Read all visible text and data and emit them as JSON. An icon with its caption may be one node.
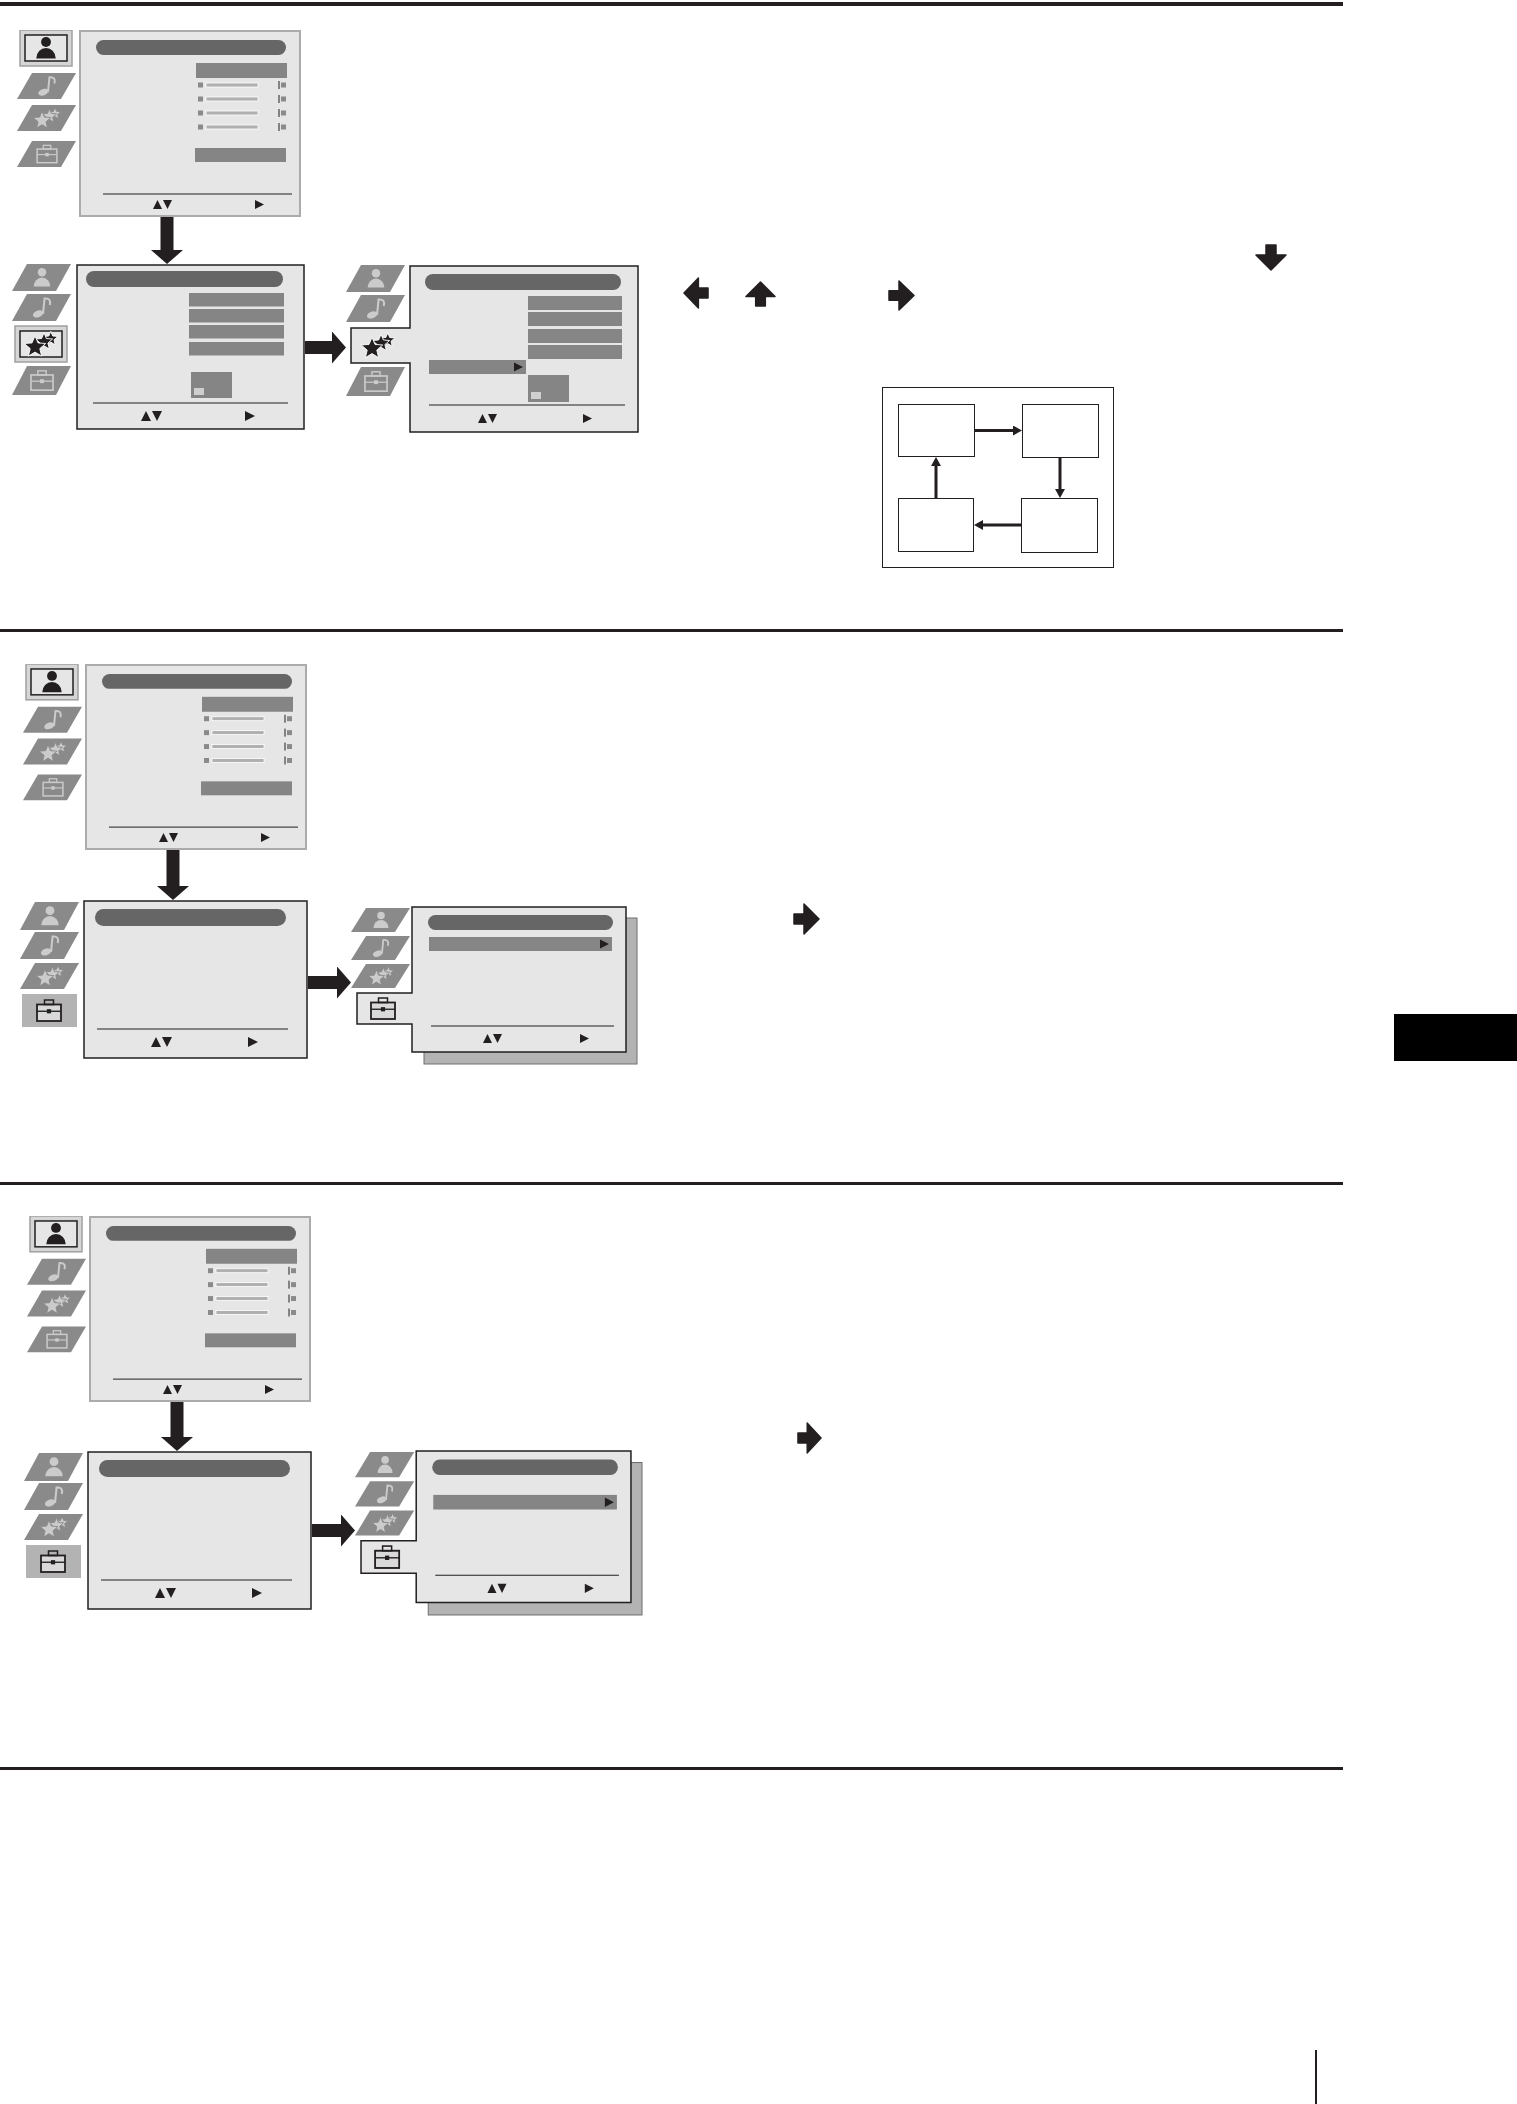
{
  "diagram": {
    "nodes": [
      {
        "text": [],
        "shape": "picture"
      },
      {
        "text": [],
        "shape": "picture"
      },
      {
        "text": [],
        "shape": "picture"
      },
      {
        "text": [],
        "shape": "box"
      },
      {
        "text": [],
        "shape": "box",
        "in": 3
      },
      {
        "text": [],
        "shape": "box",
        "in": 3
      },
      {
        "text": [],
        "shape": "box",
        "in": 3
      },
      {
        "text": [],
        "shape": "box",
        "in": 3
      },
      {
        "text": [],
        "shape": "picture"
      },
      {
        "text": [],
        "shape": "picture"
      },
      {
        "text": [],
        "shape": "picture"
      },
      {
        "text": [],
        "shape": "bar"
      },
      {
        "text": [],
        "shape": "picture"
      },
      {
        "text": [],
        "shape": "picture"
      },
      {
        "text": [],
        "shape": "picture"
      }
    ],
    "edges": [
      {
        "from": 0,
        "to": 1,
        "arrow": "to"
      },
      {
        "from": 1,
        "to": 2,
        "arrow": "to"
      },
      {
        "from": 4,
        "to": 5,
        "arrow": "to"
      },
      {
        "from": 5,
        "to": 7,
        "arrow": "to"
      },
      {
        "from": 7,
        "to": 6,
        "arrow": "to"
      },
      {
        "from": 6,
        "to": 4,
        "arrow": "to"
      },
      {
        "from": 8,
        "to": 9,
        "arrow": "to"
      },
      {
        "from": 9,
        "to": 10,
        "arrow": "to"
      },
      {
        "from": 12,
        "to": 13,
        "arrow": "to"
      },
      {
        "from": 13,
        "to": 14,
        "arrow": "to"
      }
    ]
  }
}
